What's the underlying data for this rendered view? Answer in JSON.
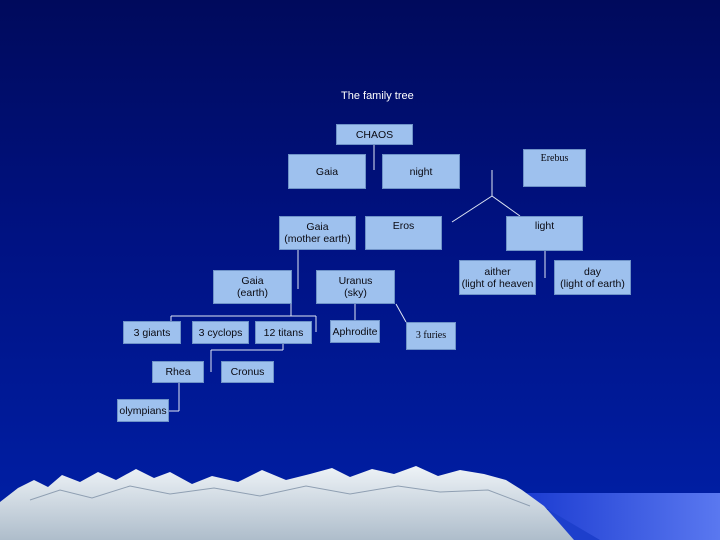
{
  "title": "The family tree",
  "nodes": {
    "chaos": "CHAOS",
    "gaia1": "Gaia",
    "night": "night",
    "erebus": "Erebus",
    "gaia2": [
      "Gaia",
      "(mother earth)"
    ],
    "eros": "Eros",
    "light": "light",
    "aither": [
      "aither",
      "(light of heaven"
    ],
    "day": [
      "day",
      "(light of earth)"
    ],
    "gaia3": [
      "Gaia",
      "(earth)"
    ],
    "uranus": [
      "Uranus",
      "(sky)"
    ],
    "giants": "3 giants",
    "cyclops": "3 cyclops",
    "titans": "12 titans",
    "aphrodite": "Aphrodite",
    "furies": "3 furies",
    "rhea": "Rhea",
    "cronus": "Cronus",
    "olympians": "olympians"
  },
  "colors": {
    "background_top": "#000a5c",
    "background_bottom": "#0020a8",
    "box_fill": "#9ec1ee",
    "connector": "#dfe7f5"
  }
}
